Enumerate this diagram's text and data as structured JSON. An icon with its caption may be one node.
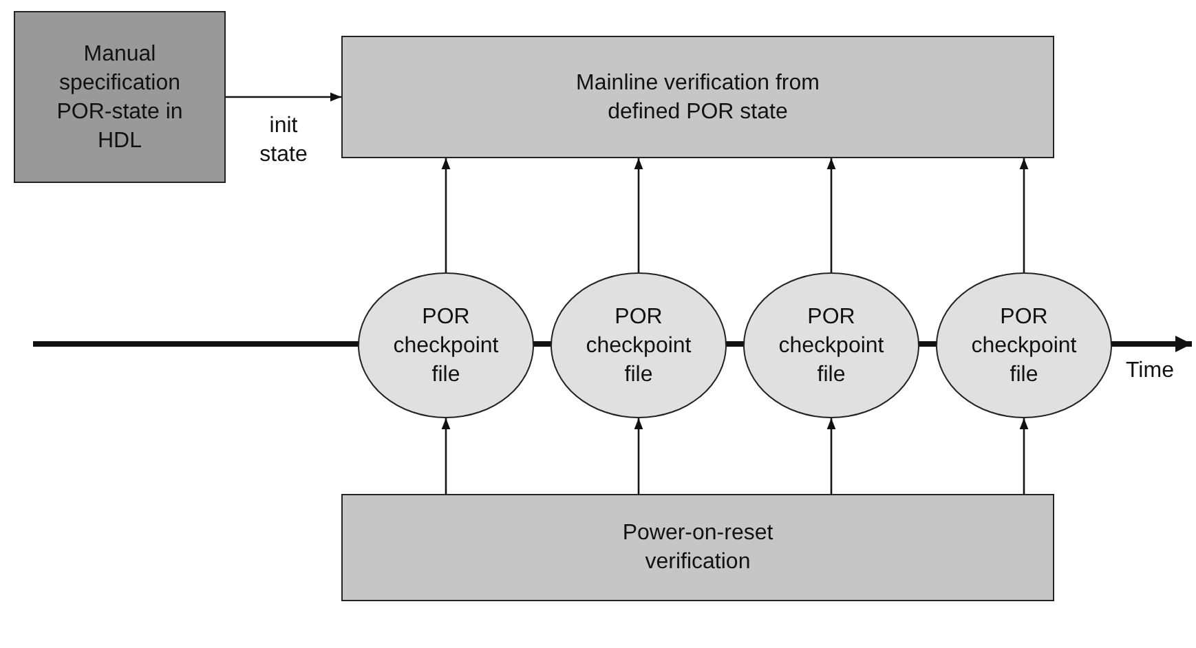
{
  "diagram": {
    "nodes": [
      {
        "text": [
          "Manual specification POR-state in HDL"
        ]
      },
      {
        "text": [
          "Mainline verification from defined POR state"
        ]
      },
      {
        "text": [
          "POR checkpoint file"
        ]
      },
      {
        "text": [
          "POR checkpoint file"
        ]
      },
      {
        "text": [
          "POR checkpoint file"
        ]
      },
      {
        "text": [
          "POR checkpoint file"
        ]
      },
      {
        "text": [
          "Power-on-reset verification"
        ]
      }
    ],
    "edges": [
      {
        "from": 0,
        "to": 1,
        "arrow": "to",
        "label": "init state"
      },
      {
        "from": 2,
        "to": 1,
        "arrow": "to"
      },
      {
        "from": 3,
        "to": 1,
        "arrow": "to"
      },
      {
        "from": 4,
        "to": 1,
        "arrow": "to"
      },
      {
        "from": 5,
        "to": 1,
        "arrow": "to"
      },
      {
        "from": 6,
        "to": 2,
        "arrow": "to"
      },
      {
        "from": 6,
        "to": 3,
        "arrow": "to"
      },
      {
        "from": 6,
        "to": 4,
        "arrow": "to"
      },
      {
        "from": 6,
        "to": 5,
        "arrow": "to"
      }
    ],
    "labels": [
      "Time"
    ]
  }
}
